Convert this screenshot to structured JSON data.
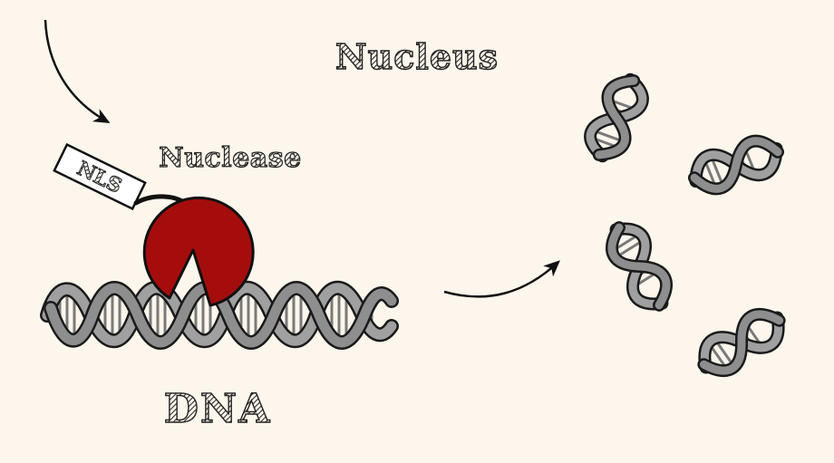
{
  "labels": {
    "nucleus": "Nucleus",
    "nuclease": "Nuclease",
    "nls": "NLS",
    "dna": "DNA"
  },
  "colors": {
    "background": "#fdf6ec",
    "nuclease": "#a50d0d",
    "dna_strand": "#9a9a9a",
    "dna_strand_dark": "#6e6e6e",
    "outline": "#1a1a1a",
    "text": "#3a3a3a"
  },
  "icons": {
    "incoming_arrow": "curved-arrow-icon",
    "cleavage_arrow": "curved-arrow-icon"
  }
}
